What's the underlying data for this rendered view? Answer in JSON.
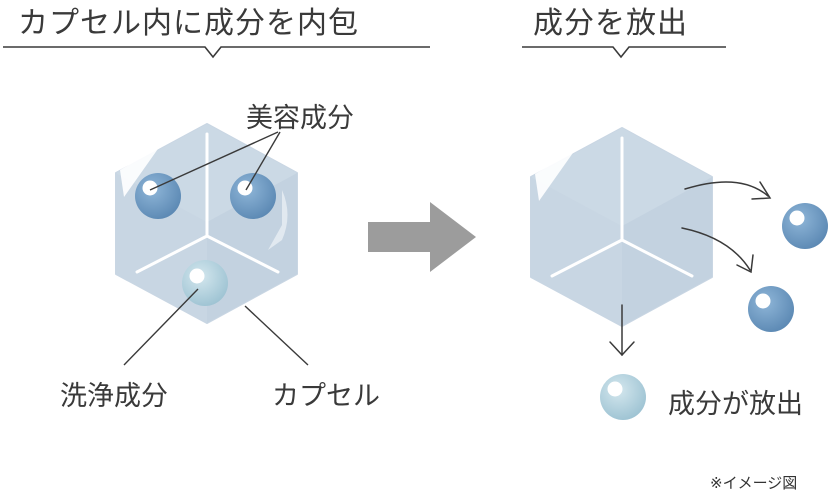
{
  "headings": {
    "left": "カプセル内に成分を内包",
    "right": "成分を放出"
  },
  "labels": {
    "beauty_ingredient": "美容成分",
    "cleansing_ingredient": "洗浄成分",
    "capsule": "カプセル",
    "release": "成分が放出"
  },
  "note": "※イメージ図",
  "colors": {
    "capsule_fill": "#d2dde8",
    "capsule_face": "#c3d2e0",
    "beauty_ball": "#6f9bc2",
    "cleansing_ball": "#b6d2de",
    "arrow": "#9c9c9c",
    "line": "#3a3a3a"
  }
}
